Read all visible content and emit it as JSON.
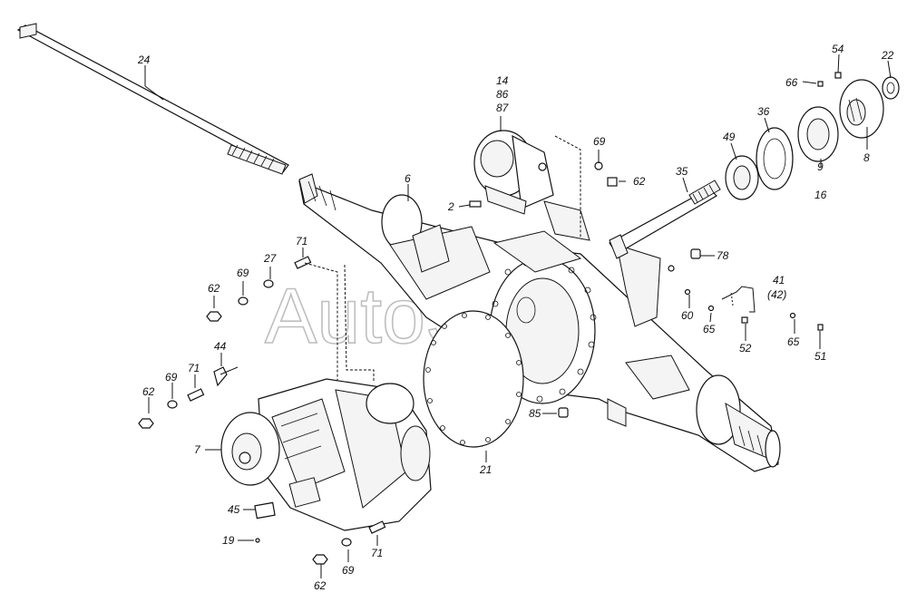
{
  "watermark": "AutoSoft",
  "labels": [
    {
      "id": "24a",
      "text": "24"
    },
    {
      "id": "14",
      "text": "14"
    },
    {
      "id": "86",
      "text": "86"
    },
    {
      "id": "87",
      "text": "87"
    },
    {
      "id": "69a",
      "text": "69"
    },
    {
      "id": "62a",
      "text": "62"
    },
    {
      "id": "6",
      "text": "6"
    },
    {
      "id": "2",
      "text": "2"
    },
    {
      "id": "35",
      "text": "35"
    },
    {
      "id": "49",
      "text": "49"
    },
    {
      "id": "36",
      "text": "36"
    },
    {
      "id": "66",
      "text": "66"
    },
    {
      "id": "54",
      "text": "54"
    },
    {
      "id": "22",
      "text": "22"
    },
    {
      "id": "9",
      "text": "9"
    },
    {
      "id": "16",
      "text": "16"
    },
    {
      "id": "8",
      "text": "8"
    },
    {
      "id": "78",
      "text": "78"
    },
    {
      "id": "41",
      "text": "41"
    },
    {
      "id": "42",
      "text": "(42)"
    },
    {
      "id": "60",
      "text": "60"
    },
    {
      "id": "65a",
      "text": "65"
    },
    {
      "id": "52",
      "text": "52"
    },
    {
      "id": "65b",
      "text": "65"
    },
    {
      "id": "51",
      "text": "51"
    },
    {
      "id": "71a",
      "text": "71"
    },
    {
      "id": "27",
      "text": "27"
    },
    {
      "id": "69b",
      "text": "69"
    },
    {
      "id": "62b",
      "text": "62"
    },
    {
      "id": "44",
      "text": "44"
    },
    {
      "id": "71b",
      "text": "71"
    },
    {
      "id": "69c",
      "text": "69"
    },
    {
      "id": "62c",
      "text": "62"
    },
    {
      "id": "7",
      "text": "7"
    },
    {
      "id": "85",
      "text": "85"
    },
    {
      "id": "21",
      "text": "21"
    },
    {
      "id": "45",
      "text": "45"
    },
    {
      "id": "19",
      "text": "19"
    },
    {
      "id": "71c",
      "text": "71"
    },
    {
      "id": "69d",
      "text": "69"
    },
    {
      "id": "62d",
      "text": "62"
    }
  ]
}
